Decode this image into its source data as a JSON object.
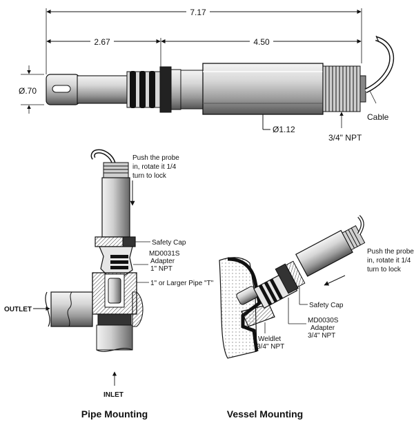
{
  "probe": {
    "dim_overall": "7.17",
    "dim_left": "2.67",
    "dim_right": "4.50",
    "dim_tip_dia": "Ø.70",
    "dim_body_dia": "Ø1.12",
    "thread_label": "3/4\" NPT",
    "cable_label": "Cable"
  },
  "pipe": {
    "instruction": [
      "Push the probe",
      "in, rotate it 1/4",
      "turn to lock"
    ],
    "safety_cap": "Safety Cap",
    "adapter": [
      "MD0031S",
      "Adapter",
      "1\" NPT"
    ],
    "pipe_tee": "1\" or Larger Pipe \"T\"",
    "outlet": "OUTLET",
    "inlet": "INLET",
    "caption": "Pipe Mounting"
  },
  "vessel": {
    "instruction": [
      "Push the probe",
      "in, rotate it 1/4",
      "turn to lock"
    ],
    "safety_cap": "Safety Cap",
    "adapter": [
      "MD0030S",
      "Adapter",
      "3/4\" NPT"
    ],
    "weldlet": [
      "Weldlet",
      "3/4\" NPT"
    ],
    "caption": "Vessel Mounting"
  }
}
